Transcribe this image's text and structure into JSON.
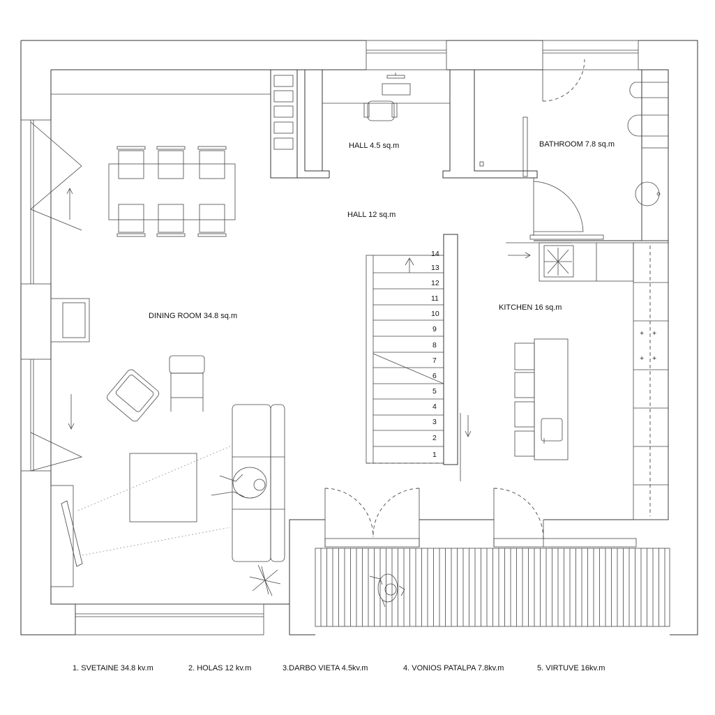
{
  "rooms": {
    "hall_small": "HALL 4.5 sq.m",
    "bathroom": "BATHROOM  7.8 sq.m",
    "hall": "HALL 12 sq.m",
    "kitchen": "KITCHEN  16 sq.m",
    "dining": "DINING ROOM  34.8 sq.m"
  },
  "stair_numbers": [
    "1",
    "2",
    "3",
    "4",
    "5",
    "6",
    "7",
    "8",
    "9",
    "10",
    "11",
    "12",
    "13",
    "14"
  ],
  "legend": [
    "1. SVETAINE  34.8 kv.m",
    "2. HOLAS 12 kv.m",
    "3.DARBO VIETA   4.5kv.m",
    "4. VONIOS PATALPA  7.8kv.m",
    "5. VIRTUVE 16kv.m"
  ]
}
